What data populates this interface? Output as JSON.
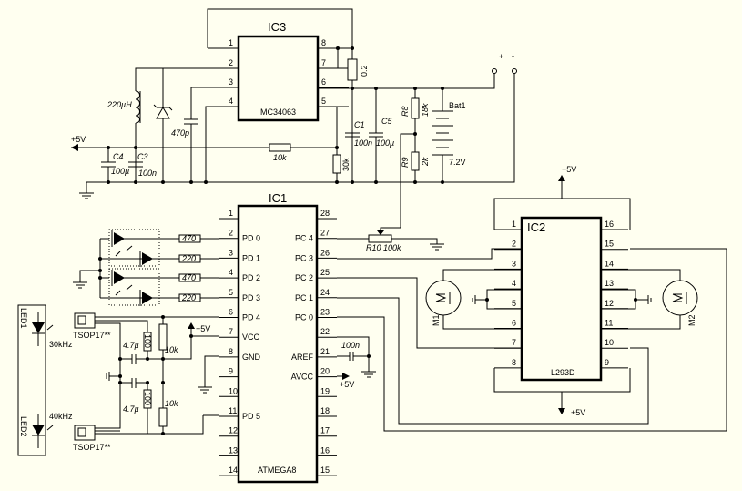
{
  "colors": {
    "background": "#fffff0",
    "ink": "#000000"
  },
  "ic3": {
    "name": "IC3",
    "part": "MC34063",
    "pins_left": [
      "1",
      "2",
      "3",
      "4"
    ],
    "pins_right": [
      "8",
      "7",
      "6",
      "5"
    ]
  },
  "ic1": {
    "name": "IC1",
    "part": "ATMEGA8",
    "pins_left": [
      {
        "n": "1",
        "l": ""
      },
      {
        "n": "2",
        "l": "PD 0"
      },
      {
        "n": "3",
        "l": "PD 1"
      },
      {
        "n": "4",
        "l": "PD 2"
      },
      {
        "n": "5",
        "l": "PD 3"
      },
      {
        "n": "6",
        "l": "PD 4"
      },
      {
        "n": "7",
        "l": "VCC"
      },
      {
        "n": "8",
        "l": "GND"
      },
      {
        "n": "9",
        "l": ""
      },
      {
        "n": "10",
        "l": ""
      },
      {
        "n": "11",
        "l": "PD 5"
      },
      {
        "n": "12",
        "l": ""
      },
      {
        "n": "13",
        "l": ""
      },
      {
        "n": "14",
        "l": ""
      }
    ],
    "pins_right": [
      {
        "n": "28",
        "l": ""
      },
      {
        "n": "27",
        "l": "PC 4"
      },
      {
        "n": "26",
        "l": "PC 3"
      },
      {
        "n": "25",
        "l": "PC 2"
      },
      {
        "n": "24",
        "l": "PC 1"
      },
      {
        "n": "23",
        "l": "PC 0"
      },
      {
        "n": "22",
        "l": ""
      },
      {
        "n": "21",
        "l": "AREF"
      },
      {
        "n": "20",
        "l": "AVCC"
      },
      {
        "n": "19",
        "l": ""
      },
      {
        "n": "18",
        "l": ""
      },
      {
        "n": "17",
        "l": ""
      },
      {
        "n": "16",
        "l": ""
      },
      {
        "n": "15",
        "l": ""
      }
    ]
  },
  "ic2": {
    "name": "IC2",
    "part": "L293D",
    "pins_left": [
      "1",
      "2",
      "3",
      "4",
      "5",
      "6",
      "7",
      "8"
    ],
    "pins_right": [
      "16",
      "15",
      "14",
      "13",
      "12",
      "11",
      "10",
      "9"
    ]
  },
  "components": {
    "l1": "220µH",
    "c_470p": "470p",
    "plus5v": "+5V",
    "c4": "C4",
    "c4_val": "100µ",
    "c3": "C3",
    "c3_val": "100n",
    "r_10k": "10k",
    "r_30k": "30k",
    "r_02": "0.2",
    "c1": "C1",
    "c1_val": "100n",
    "c5": "C5",
    "c5_val": "100µ",
    "r8": "R8",
    "r8_val": "18k",
    "r9": "R9",
    "r9_val": "2k",
    "bat": "Bat1",
    "bat_val": "7.2V",
    "term_plus": "+",
    "term_minus": "-",
    "r10": "R10 100k",
    "led_r": [
      "470",
      "220",
      "470",
      "220"
    ],
    "led1": "LED1",
    "led2": "LED2",
    "f1": "30kHz",
    "f2": "40kHz",
    "tsop1": "TSOP17**",
    "tsop2": "TSOP17**",
    "cap47a": "4.7µ",
    "cap47b": "4.7µ",
    "r100a": "100",
    "r100b": "100",
    "r10ka": "10k",
    "r10kb": "10k",
    "aref_cap": "100n",
    "m1": "M1",
    "m2": "M2",
    "vcc_lbl": "+5V",
    "avcc_lbl": "+5V",
    "ic2_top": "+5V",
    "ic2_bot": "+5V"
  }
}
